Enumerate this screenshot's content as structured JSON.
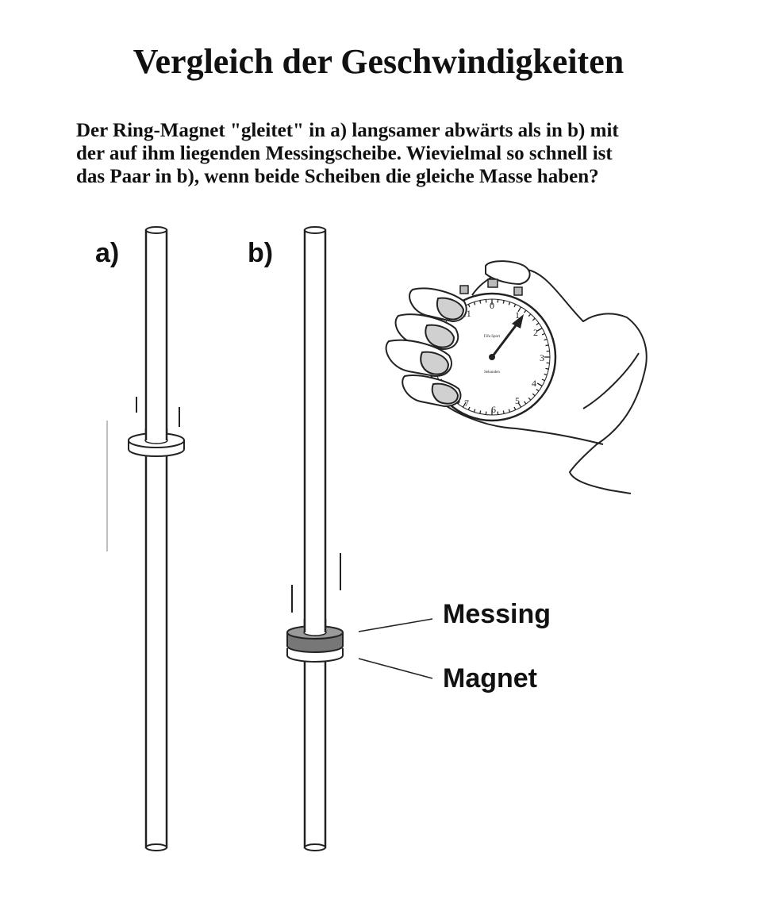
{
  "title": "Vergleich der Geschwindigkeiten",
  "question_lines": [
    "Der Ring-Magnet \"gleitet\" in a) langsamer abwärts als in b) mit",
    "der auf ihm liegenden Messingscheibe. Wievielmal so schnell ist",
    "das Paar in b), wenn beide  Scheiben die gleiche Masse haben?"
  ],
  "labels": {
    "a": "a)",
    "b": "b)",
    "messing": "Messing",
    "magnet": "Magnet"
  },
  "stopwatch": {
    "dial_numbers": [
      "0",
      "1",
      "2",
      "3",
      "4",
      "5",
      "6",
      "7",
      "11"
    ],
    "brand_text": "Fifa Sport",
    "unit_text": "Sekunden"
  }
}
